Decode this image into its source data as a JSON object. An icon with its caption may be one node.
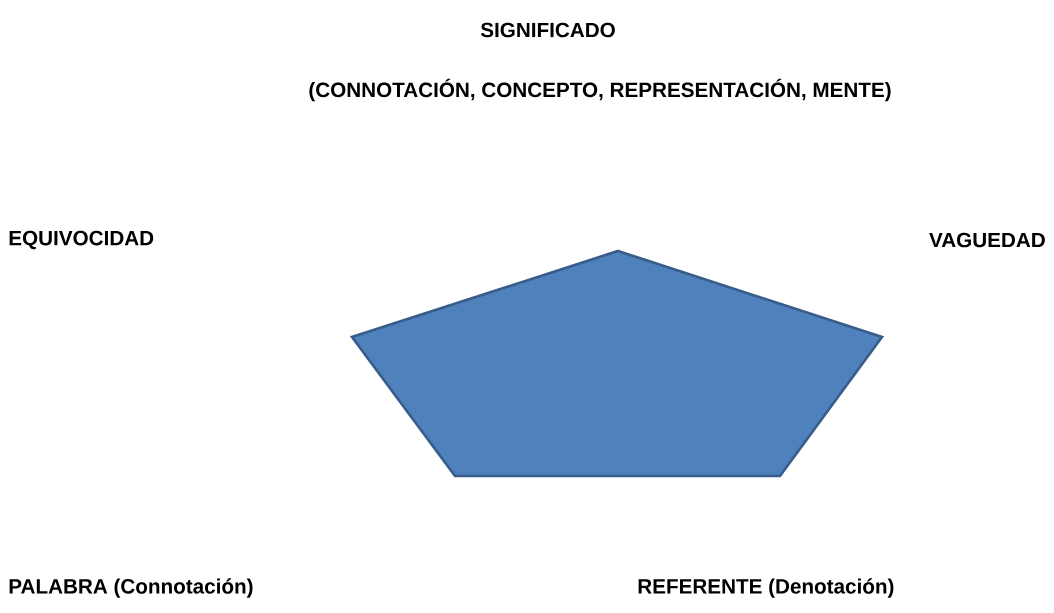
{
  "diagram": {
    "nodes": [
      {
        "text": [],
        "shape": "pentagon"
      }
    ],
    "labels": [
      "SIGNIFICADO",
      "(CONNOTACIÓN, CONCEPTO, REPRESENTACIÓN, MENTE)",
      "EQUIVOCIDAD",
      "VAGUEDAD",
      "PALABRA  (Connotación)",
      "REFERENTE (Denotación)"
    ]
  }
}
